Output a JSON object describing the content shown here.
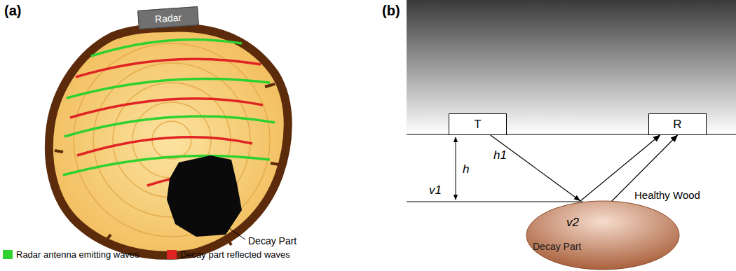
{
  "diagram": {
    "nodes": [
      {
        "text": [
          "Radar"
        ]
      },
      {
        "text": [
          "T"
        ]
      },
      {
        "text": [
          "R"
        ]
      },
      {
        "text": [
          "Decay Part"
        ]
      }
    ],
    "edges": [
      {
        "from": 1,
        "to": 2,
        "arrow": "to"
      }
    ],
    "labels": [
      "(a)",
      "(b)",
      "Decay Part",
      "h",
      "h1",
      "v1",
      "v2",
      "Healthy Wood"
    ],
    "legend": [
      {
        "text": "Radar antenna emitting waves",
        "color": "#2fd12f"
      },
      {
        "text": "Decay part reflected waves",
        "color": "#e02424"
      }
    ]
  }
}
